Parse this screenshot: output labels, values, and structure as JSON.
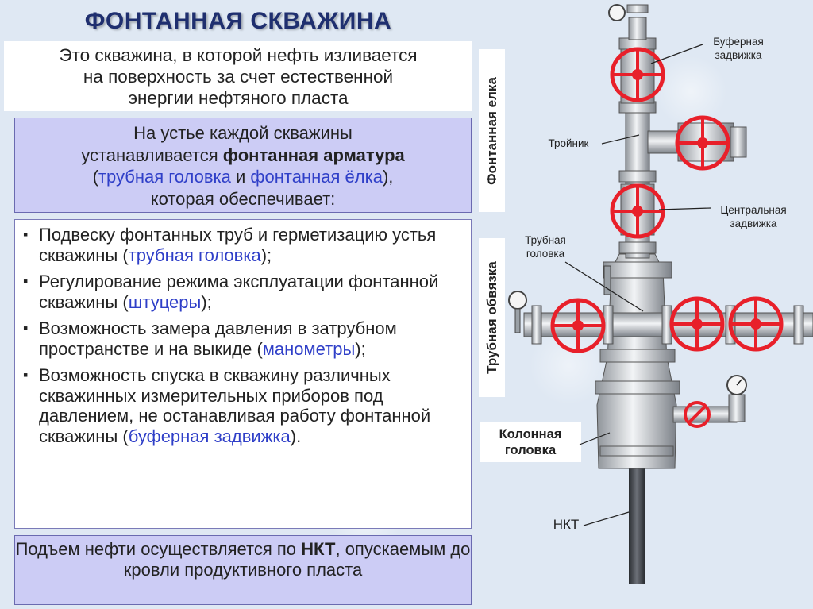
{
  "title": "ФОНТАННАЯ СКВАЖИНА",
  "intro": {
    "line1": "Это скважина, в которой нефть изливается",
    "line2": "на поверхность за счет естественной",
    "line3": "энергии нефтяного пласта"
  },
  "armatura": {
    "line1": "На устье каждой скважины",
    "line2_pre": "устанавливается ",
    "line2_bold": "фонтанная арматура",
    "line3_open": "(",
    "line3_hl1": "трубная головка",
    "line3_mid": " и ",
    "line3_hl2": "фонтанная ёлка",
    "line3_close": "),",
    "line4": "которая обеспечивает:"
  },
  "list": [
    {
      "pre": "Подвеску фонтанных труб и герметизацию устья скважины (",
      "hl": "трубная головка",
      "post": ");"
    },
    {
      "pre": "Регулирование режима эксплуатации фонтанной скважины (",
      "hl": "штуцеры",
      "post": ");"
    },
    {
      "pre": "Возможность замера давления в затрубном пространстве и на выкиде (",
      "hl": "манометры",
      "post": ");"
    },
    {
      "pre": "Возможность спуска в скважину различных скважинных измерительных приборов под давлением, не останавливая работу фонтанной скважины (",
      "hl": "буферная задвижка",
      "post": ")."
    }
  ],
  "nkt_box": {
    "pre": "Подъем нефти осуществляется по ",
    "bold": "НКТ",
    "post": ", опускаемым до кровли продуктивного пласта"
  },
  "vertical_labels": {
    "elka": "Фонтанная елка",
    "obvyazka": "Трубная обвязка"
  },
  "kolonnaya": {
    "line1": "Колонная",
    "line2": "головка"
  },
  "callouts": {
    "bufer_line1": "Буферная",
    "bufer_line2": "задвижка",
    "troynik": "Тройник",
    "central_line1": "Центральная",
    "central_line2": "задвижка",
    "trub_line1": "Трубная",
    "trub_line2": "головка",
    "nkt": "НКТ"
  },
  "colors": {
    "title": "#1f2f6f",
    "highlight": "#2f3fc8",
    "valve_red": "#e8202a",
    "box_lavender": "#ccccf5",
    "steel": "#c5c8cc"
  }
}
